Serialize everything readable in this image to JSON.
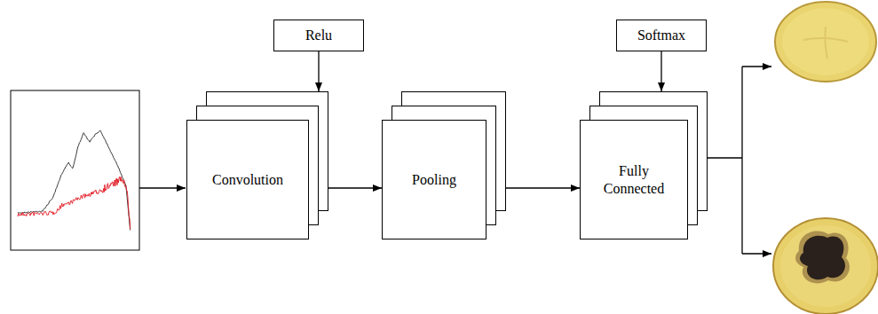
{
  "diagram": {
    "nodes": [
      {
        "text": [
          "Relu"
        ]
      },
      {
        "text": [
          "Convolution"
        ]
      },
      {
        "text": [
          "Pooling"
        ]
      },
      {
        "text": [
          "Softmax"
        ]
      },
      {
        "text": [
          "Fully Connected"
        ]
      }
    ],
    "edges": [
      {
        "from": 0,
        "to": 1,
        "arrow": "to"
      },
      {
        "from": 1,
        "to": 2,
        "arrow": "to"
      },
      {
        "from": 2,
        "to": 4,
        "arrow": "to"
      },
      {
        "from": 3,
        "to": 4,
        "arrow": "to"
      }
    ]
  }
}
